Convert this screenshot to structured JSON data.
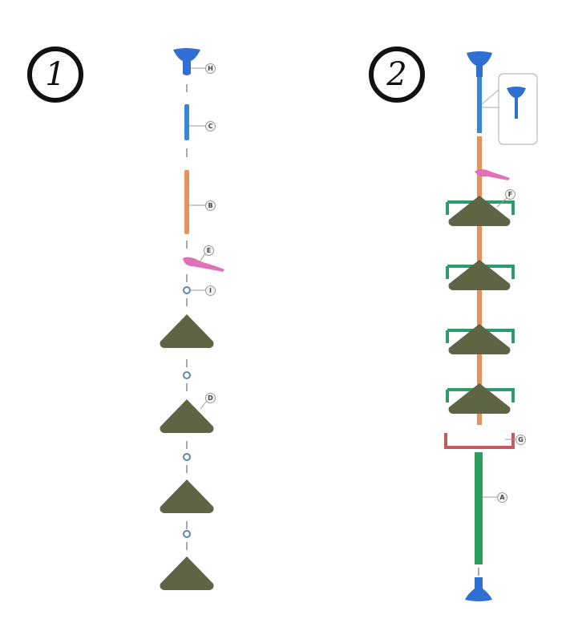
{
  "steps": [
    {
      "number": "1",
      "parts_in_order": [
        "H",
        "C",
        "B",
        "E",
        "I",
        "D",
        "I",
        "D",
        "I",
        "D",
        "I",
        "D"
      ]
    },
    {
      "number": "2",
      "parts_labeled": [
        "F",
        "G",
        "A"
      ]
    }
  ],
  "part_labels": {
    "H": "H",
    "C": "C",
    "B": "B",
    "E": "E",
    "I": "I",
    "D": "D",
    "F": "F",
    "G": "G",
    "A": "A"
  },
  "colors": {
    "suction_cup": "#2f6fd1",
    "pole_c": "#3a86d6",
    "pole_b": "#e8925a",
    "hook_e": "#e070b8",
    "ring_i": "#5a8aa6",
    "shelf_d": "#5e6544",
    "bracket_f": "#2f9a6a",
    "bracket_g": "#c45a5a",
    "pole_a": "#2e9e5c"
  }
}
